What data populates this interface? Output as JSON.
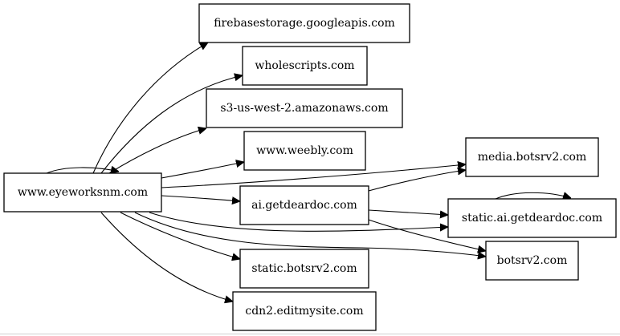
{
  "graph": {
    "nodes": {
      "eyeworksnm": "www.eyeworksnm.com",
      "firebase": "firebasestorage.googleapis.com",
      "wholescripts": "wholescripts.com",
      "s3": "s3-us-west-2.amazonaws.com",
      "weebly": "www.weebly.com",
      "getdeardoc": "ai.getdeardoc.com",
      "media_botsrv2": "media.botsrv2.com",
      "static_getdeardoc": "static.ai.getdeardoc.com",
      "botsrv2": "botsrv2.com",
      "static_botsrv2": "static.botsrv2.com",
      "cdn2": "cdn2.editmysite.com"
    },
    "edges": [
      {
        "from": "www.eyeworksnm.com",
        "to": "www.eyeworksnm.com"
      },
      {
        "from": "www.eyeworksnm.com",
        "to": "firebasestorage.googleapis.com"
      },
      {
        "from": "www.eyeworksnm.com",
        "to": "wholescripts.com"
      },
      {
        "from": "www.eyeworksnm.com",
        "to": "s3-us-west-2.amazonaws.com"
      },
      {
        "from": "www.eyeworksnm.com",
        "to": "www.weebly.com"
      },
      {
        "from": "www.eyeworksnm.com",
        "to": "media.botsrv2.com"
      },
      {
        "from": "www.eyeworksnm.com",
        "to": "ai.getdeardoc.com"
      },
      {
        "from": "www.eyeworksnm.com",
        "to": "static.ai.getdeardoc.com"
      },
      {
        "from": "www.eyeworksnm.com",
        "to": "botsrv2.com"
      },
      {
        "from": "www.eyeworksnm.com",
        "to": "static.botsrv2.com"
      },
      {
        "from": "www.eyeworksnm.com",
        "to": "cdn2.editmysite.com"
      },
      {
        "from": "ai.getdeardoc.com",
        "to": "media.botsrv2.com"
      },
      {
        "from": "ai.getdeardoc.com",
        "to": "static.ai.getdeardoc.com"
      },
      {
        "from": "ai.getdeardoc.com",
        "to": "botsrv2.com"
      },
      {
        "from": "static.ai.getdeardoc.com",
        "to": "static.ai.getdeardoc.com"
      }
    ]
  }
}
